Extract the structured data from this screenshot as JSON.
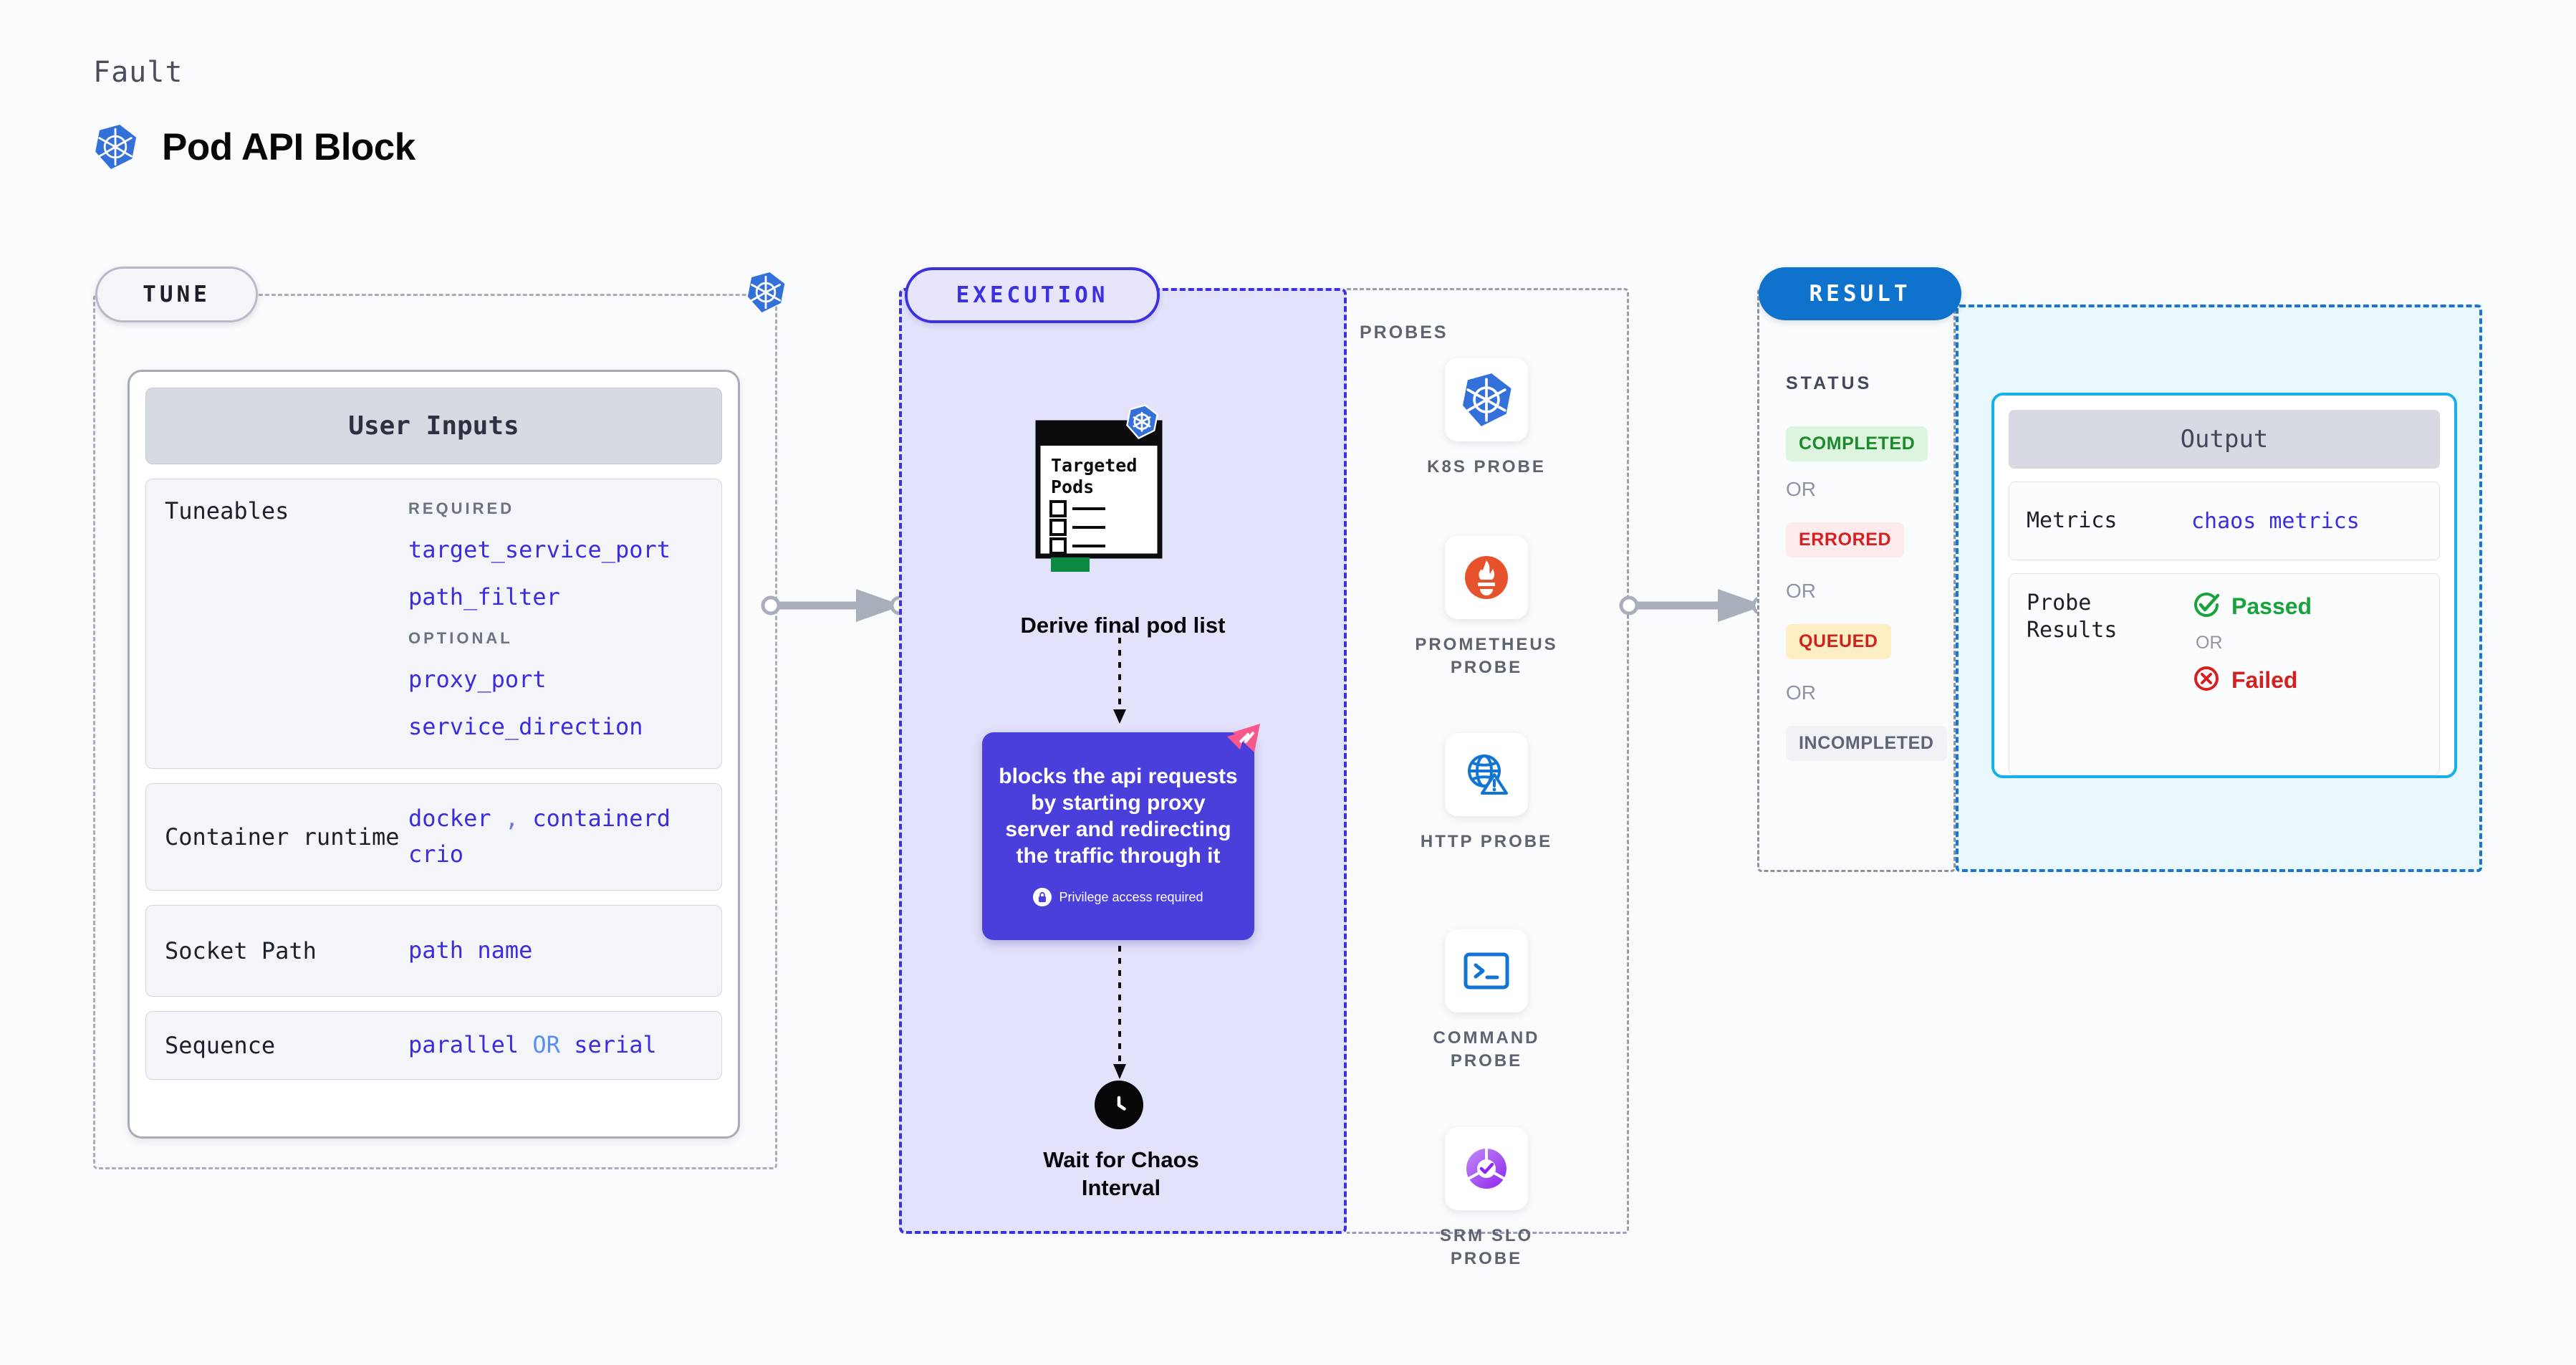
{
  "header": {
    "eyebrow": "Fault",
    "title": "Pod API Block",
    "icon": "kubernetes-icon"
  },
  "colors": {
    "accent_purple": "#3c31e0",
    "accent_blue": "#0f72cd",
    "output_border": "#17b0e8",
    "k8s_blue": "#3370d9",
    "chaos_pink": "#fa588c",
    "passed_green": "#1aa33a",
    "failed_red": "#d62020"
  },
  "tune": {
    "pill_label": "TUNE",
    "badge_icon": "kubernetes-icon",
    "card": {
      "header": "User Inputs",
      "rows": [
        {
          "label": "Tuneables",
          "groups": [
            {
              "kicker": "REQUIRED",
              "values": [
                "target_service_port",
                "path_filter"
              ]
            },
            {
              "kicker": "OPTIONAL",
              "values": [
                "proxy_port",
                "service_direction"
              ]
            }
          ]
        },
        {
          "label": "Container runtime",
          "values_line1": "docker",
          "separator": ",",
          "values_line1b": "containerd",
          "values_line2": "crio"
        },
        {
          "label": "Socket Path",
          "value": "path name"
        },
        {
          "label": "Sequence",
          "value_a": "parallel",
          "keyword": "OR",
          "value_b": "serial"
        }
      ]
    }
  },
  "execution": {
    "pill_label": "EXECUTION",
    "pod_card": {
      "title_line1": "Targeted",
      "title_line2": "Pods",
      "badge_icon": "kubernetes-icon",
      "checkbox_rows": 3
    },
    "derive_label": "Derive final pod list",
    "action": {
      "text": "blocks the api requests by starting proxy server and redirecting the traffic through it",
      "privilege_note": "Privilege access required",
      "privilege_icon": "lock-icon",
      "corner_icon": "chaos-logo-icon"
    },
    "wait": {
      "icon": "clock-icon",
      "label_line1": "Wait for Chaos",
      "label_line2": "Interval"
    }
  },
  "probes": {
    "title": "PROBES",
    "items": [
      {
        "name": "K8S PROBE",
        "icon": "kubernetes-icon"
      },
      {
        "name": "PROMETHEUS PROBE",
        "icon": "prometheus-icon"
      },
      {
        "name": "HTTP PROBE",
        "icon": "globe-warning-icon"
      },
      {
        "name": "COMMAND PROBE",
        "icon": "terminal-icon"
      },
      {
        "name": "SRM SLO PROBE",
        "icon": "slo-donut-icon"
      }
    ]
  },
  "result": {
    "pill_label": "RESULT",
    "status_title": "STATUS",
    "or_label": "OR",
    "statuses": [
      {
        "label": "COMPLETED",
        "bg": "#ddf5de",
        "fg": "#1a8a2a"
      },
      {
        "label": "ERRORED",
        "bg": "#fdeaea",
        "fg": "#d42020"
      },
      {
        "label": "QUEUED",
        "bg": "#fdeec3",
        "fg": "#cc2222"
      },
      {
        "label": "INCOMPLETED",
        "bg": "#f1f2f6",
        "fg": "#5d6475"
      }
    ],
    "output": {
      "header": "Output",
      "metrics_label": "Metrics",
      "metrics_value": "chaos metrics",
      "probe_results_label": "Probe Results",
      "passed_label": "Passed",
      "passed_icon": "check-circle-icon",
      "or_label": "OR",
      "failed_label": "Failed",
      "failed_icon": "x-circle-icon"
    }
  }
}
